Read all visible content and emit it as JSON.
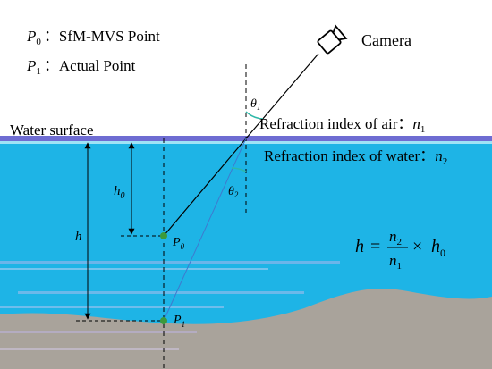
{
  "legend": {
    "p0_symbol": "P",
    "p0_sub": "0",
    "p0_text": "：SfM-MVS Point",
    "p1_symbol": "P",
    "p1_sub": "1",
    "p1_text": "：Actual Point"
  },
  "camera_label": "Camera",
  "water_surface_label": "Water surface",
  "refraction_air": {
    "text": "Refraction index of air：",
    "symbol": "n",
    "sub": "1"
  },
  "refraction_water": {
    "text": "Refraction index of water：",
    "symbol": "n",
    "sub": "2"
  },
  "angles": {
    "theta1": {
      "symbol": "θ",
      "sub": "1"
    },
    "theta2": {
      "symbol": "θ",
      "sub": "2"
    }
  },
  "depths": {
    "h0": {
      "symbol": "h",
      "sub": "0"
    },
    "h": {
      "symbol": "h"
    }
  },
  "points": {
    "p0_label": {
      "symbol": "P",
      "sub": "0"
    },
    "p1_label": {
      "symbol": "P",
      "sub": "1"
    }
  },
  "formula": {
    "lhs": "h",
    "eq": "=",
    "num_symbol": "n",
    "num_sub": "2",
    "den_symbol": "n",
    "den_sub": "1",
    "times": "×",
    "rhs_symbol": "h",
    "rhs_sub": "0"
  },
  "colors": {
    "water": "#1EB4E6",
    "seabed": "#A9A39B",
    "surface_line": "#6E6CD2",
    "point": "#3C9A3C",
    "angle_arc": "#2EB8A8"
  }
}
